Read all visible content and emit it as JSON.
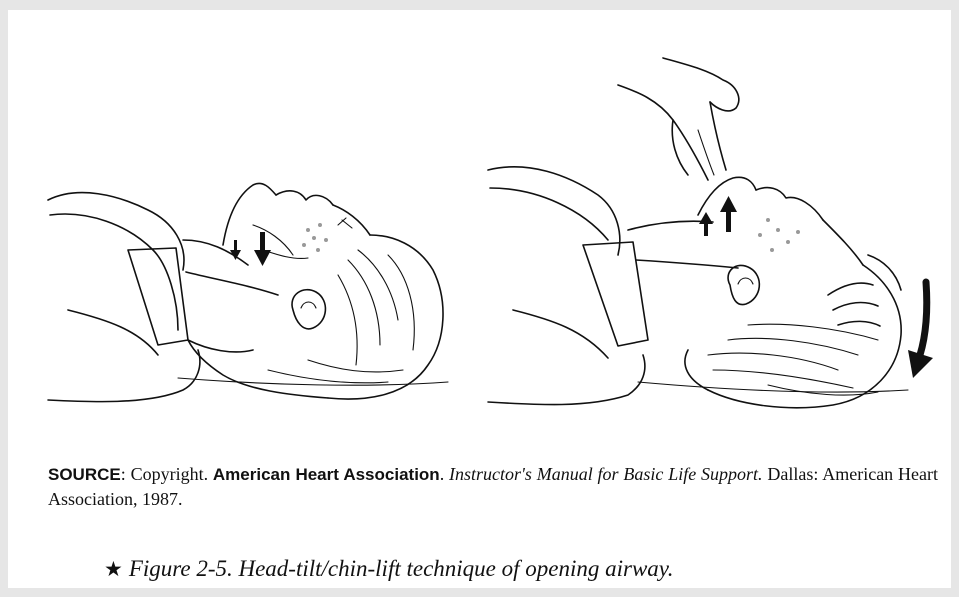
{
  "source": {
    "label": "SOURCE",
    "sep": ": Copyright. ",
    "org": "American Heart Association",
    "after_org": ". ",
    "title": "Instructor's Manual for Basic Life Support.",
    "rest": " Dallas: American Heart Association, 1987."
  },
  "caption": {
    "star": "★",
    "text": "Figure 2-5. Head-tilt/chin-lift technique of opening airway."
  },
  "icons": [
    "head-tilt-illustration",
    "chin-lift-illustration",
    "downward-arrow-icon",
    "upward-arrow-icon"
  ]
}
